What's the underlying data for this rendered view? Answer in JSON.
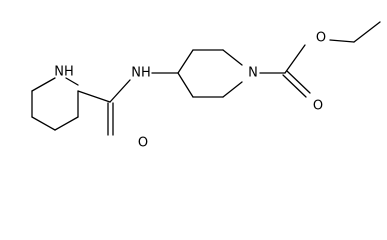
{
  "structure": {
    "atoms": {
      "piperidine_nh": "NH",
      "amide_nh": "NH",
      "amide_o": "O",
      "ring_n": "N",
      "ester_o_single": "O",
      "ester_o_double": "O"
    },
    "colors": {
      "bond": "#000000",
      "label": "#000000"
    }
  }
}
